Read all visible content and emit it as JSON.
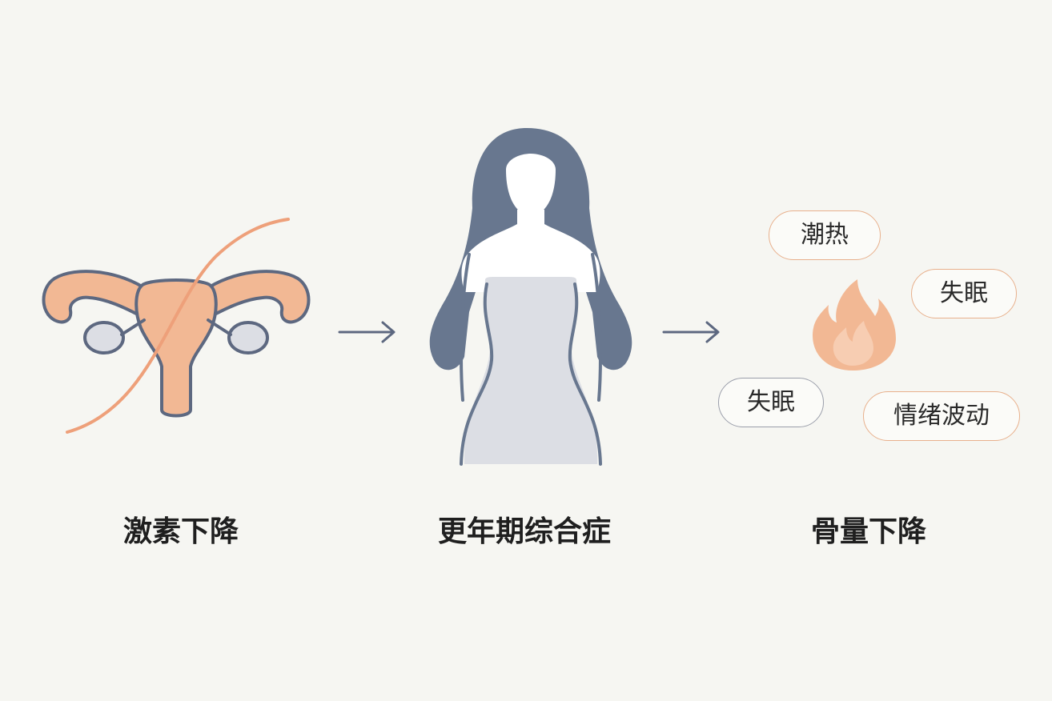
{
  "captions": {
    "left": "激素下降",
    "middle": "更年期综合症",
    "right": "骨量下降"
  },
  "symptoms": [
    {
      "label": "潮热",
      "style": "orange"
    },
    {
      "label": "失眠",
      "style": "orange"
    },
    {
      "label": "失眠",
      "style": "gray"
    },
    {
      "label": "情绪波动",
      "style": "orange"
    }
  ],
  "icons": {
    "left": "uterus-icon",
    "middle": "woman-silhouette-icon",
    "right": "flame-icon",
    "connector": "arrow-right-icon"
  },
  "colors": {
    "background": "#f6f6f2",
    "accent_orange": "#f2b894",
    "line_orange": "#eea07a",
    "slate": "#68778f",
    "light_gray": "#dcdee4"
  }
}
